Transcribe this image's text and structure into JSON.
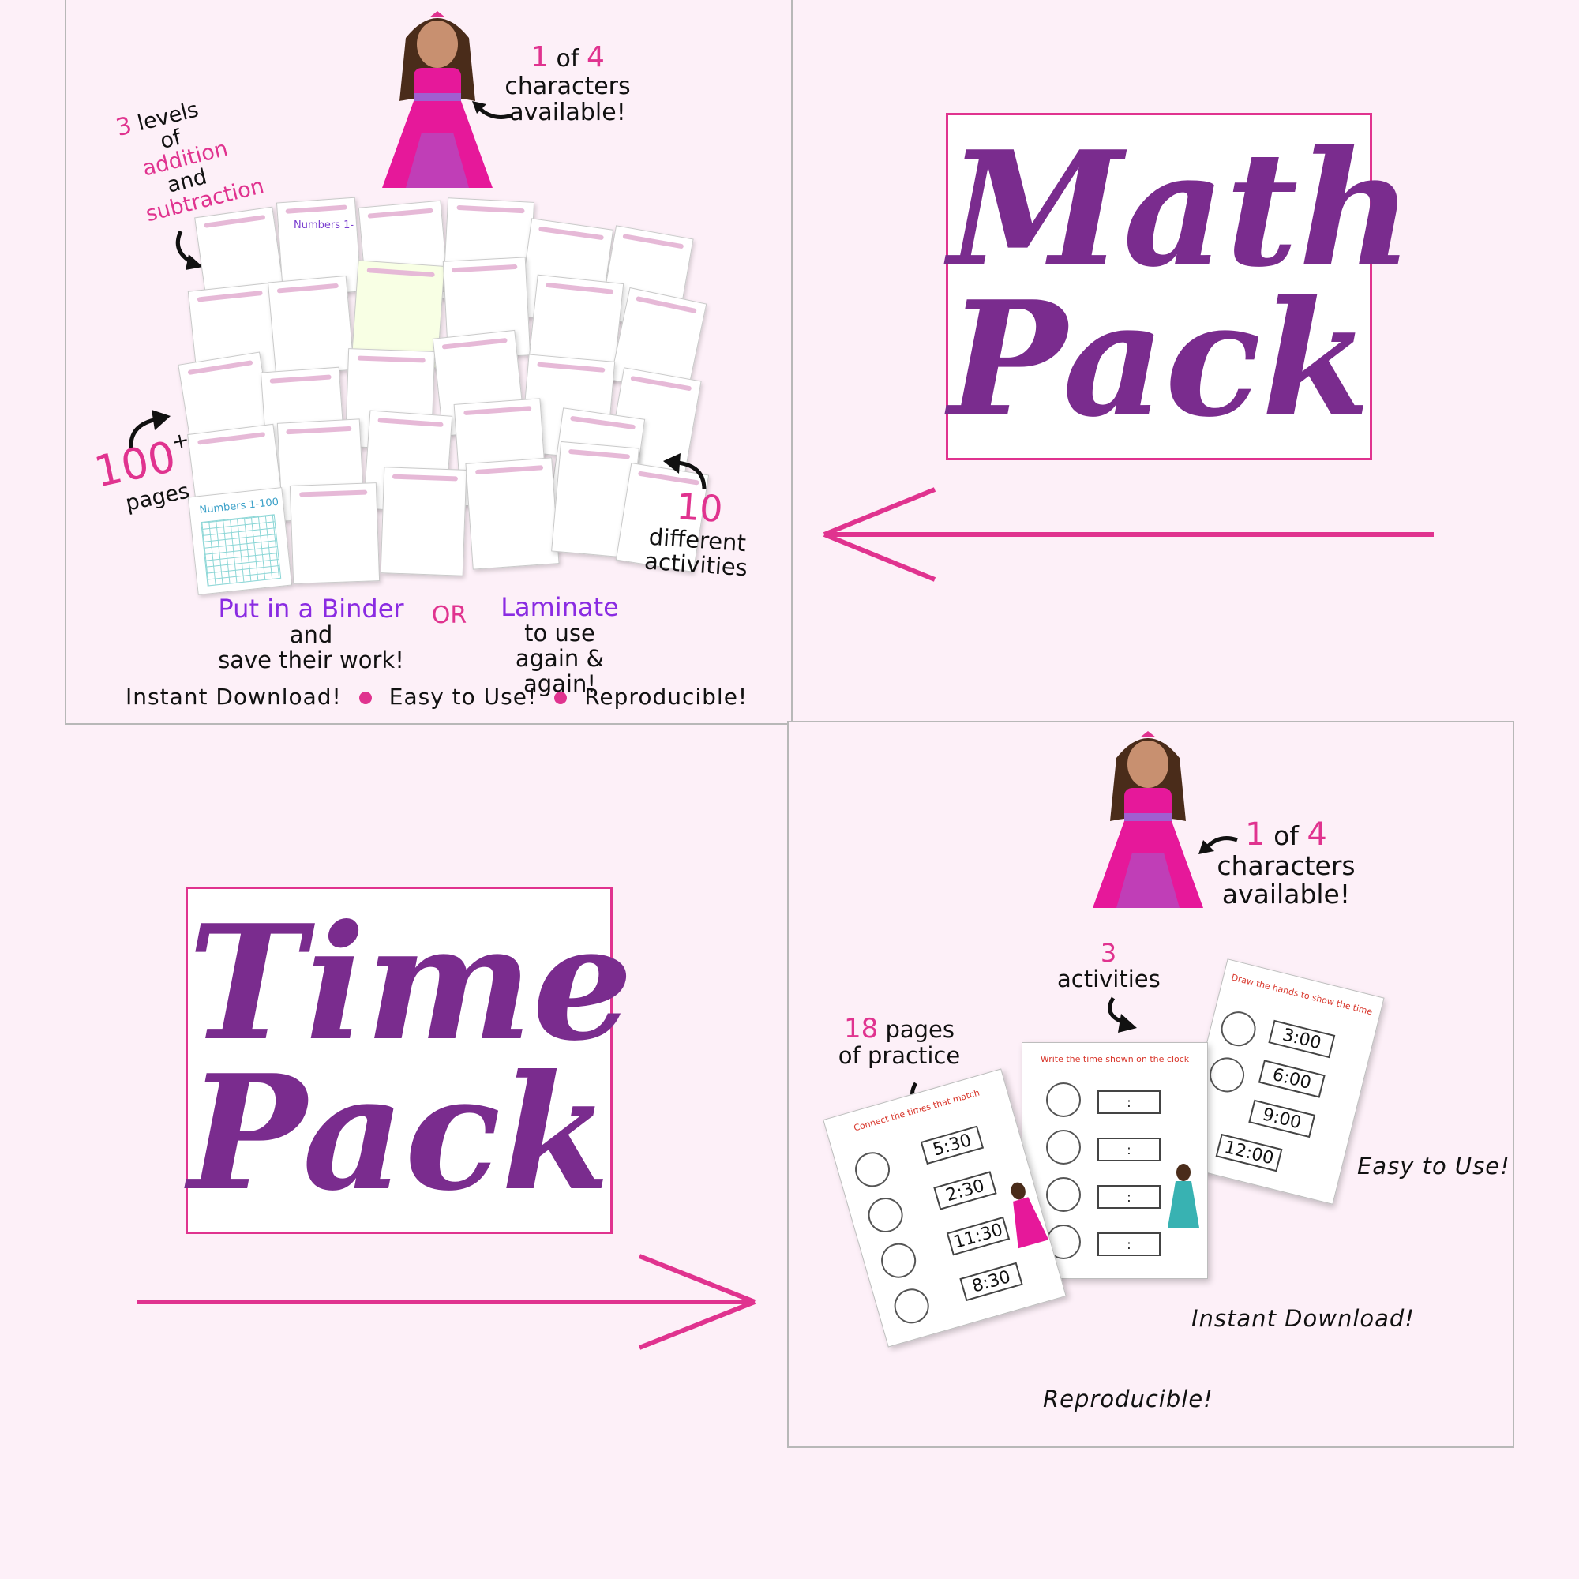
{
  "math_panel": {
    "character_note": {
      "num1": "1",
      "of": "of",
      "num2": "4",
      "line2": "characters",
      "line3": "available!"
    },
    "levels_note": {
      "num": "3",
      "w1": "levels",
      "w2": "of",
      "w3": "addition",
      "w4": "and",
      "w5": "subtraction"
    },
    "pages_note": {
      "num": "100",
      "plus": "+",
      "word": "pages"
    },
    "activities_note": {
      "num": "10",
      "line2": "different",
      "line3": "activities"
    },
    "binder": {
      "title": "Put in a Binder",
      "line2": "and",
      "line3": "save their work!"
    },
    "or_label": "OR",
    "laminate": {
      "title": "Laminate",
      "line2": "to use",
      "line3": "again & again!"
    },
    "footer": {
      "item1": "Instant Download!",
      "item2": "Easy to Use!",
      "item3": "Reproducible!"
    },
    "sheet_labels": {
      "numbers_1_100": "Numbers 1-100",
      "numbers_partial": "Numbers 1-"
    }
  },
  "math_title": {
    "line1": "Math",
    "line2": "Pack"
  },
  "time_title": {
    "line1": "Time",
    "line2": "Pack"
  },
  "time_panel": {
    "character_note": {
      "num1": "1",
      "of": "of",
      "num2": "4",
      "line2": "characters",
      "line3": "available!"
    },
    "activities_note": {
      "num": "3",
      "word": "activities"
    },
    "pages_note": {
      "num": "18",
      "w1": "pages",
      "line2": "of practice"
    },
    "easy": "Easy to Use!",
    "instant": "Instant Download!",
    "reproducible": "Reproducible!",
    "ws1": {
      "title": "Connect the times that match",
      "times": [
        "5:30",
        "2:30",
        "11:30",
        "8:30"
      ]
    },
    "ws2": {
      "title": "Write the time shown on the clock",
      "blank": ":"
    },
    "ws3": {
      "title": "Draw the hands to show the time",
      "times": [
        "3:00",
        "6:00",
        "9:00",
        "12:00"
      ]
    }
  },
  "colors": {
    "pink": "#e0338f",
    "purple_title": "#7a2c8e",
    "violet": "#8a2be2",
    "background": "#fdf0f8"
  }
}
